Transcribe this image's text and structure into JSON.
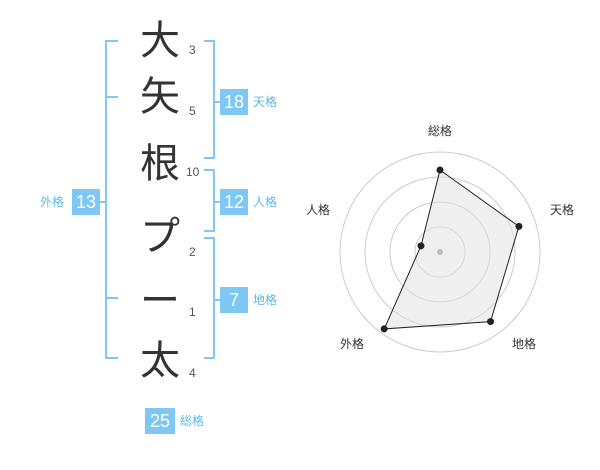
{
  "name": {
    "characters": [
      {
        "char": "大",
        "strokes": "3"
      },
      {
        "char": "矢",
        "strokes": "5"
      },
      {
        "char": "根",
        "strokes": "10"
      },
      {
        "char": "プ",
        "strokes": "2"
      },
      {
        "char": "ー",
        "strokes": "1"
      },
      {
        "char": "太",
        "strokes": "4"
      }
    ]
  },
  "kakusu": {
    "tenkaku": {
      "value": "18",
      "label": "天格"
    },
    "jinkaku": {
      "value": "12",
      "label": "人格"
    },
    "chikaku": {
      "value": "7",
      "label": "地格"
    },
    "gaikaku": {
      "value": "13",
      "label": "外格"
    },
    "soukaku": {
      "value": "25",
      "label": "総格"
    }
  },
  "radar": {
    "axes": [
      "総格",
      "天格",
      "地格",
      "外格",
      "人格"
    ],
    "values": [
      0.82,
      0.83,
      0.86,
      0.95,
      0.2
    ],
    "ring_count": 4
  },
  "colors": {
    "accent": "#7fc8f3",
    "bracket": "#7fc8f3",
    "text": "#333333"
  }
}
